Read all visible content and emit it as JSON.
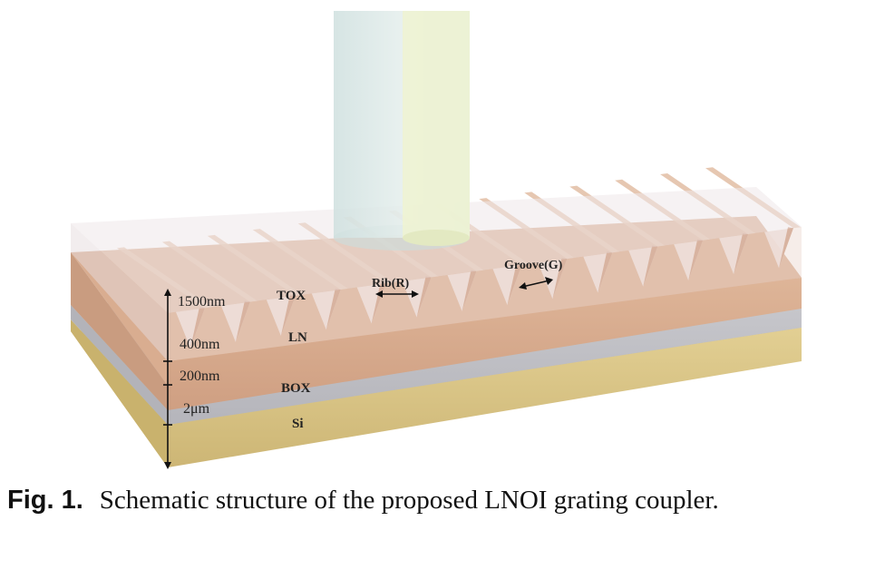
{
  "colors": {
    "tox": "#e4dad9",
    "ln": "#d7a98c",
    "box": "#bdbdc3",
    "si": "#d8c484",
    "fiber_outer": "#d7e6e5",
    "fiber_core": "#edf2cf"
  },
  "dimensions": [
    "1500nm",
    "400nm",
    "200nm",
    "2μm"
  ],
  "layers": [
    "TOX",
    "LN",
    "BOX",
    "Si"
  ],
  "features": {
    "rib": "Rib(R)",
    "groove": "Groove(G)"
  },
  "caption": {
    "label": "Fig. 1.",
    "text": "Schematic structure of the proposed LNOI grating coupler."
  }
}
